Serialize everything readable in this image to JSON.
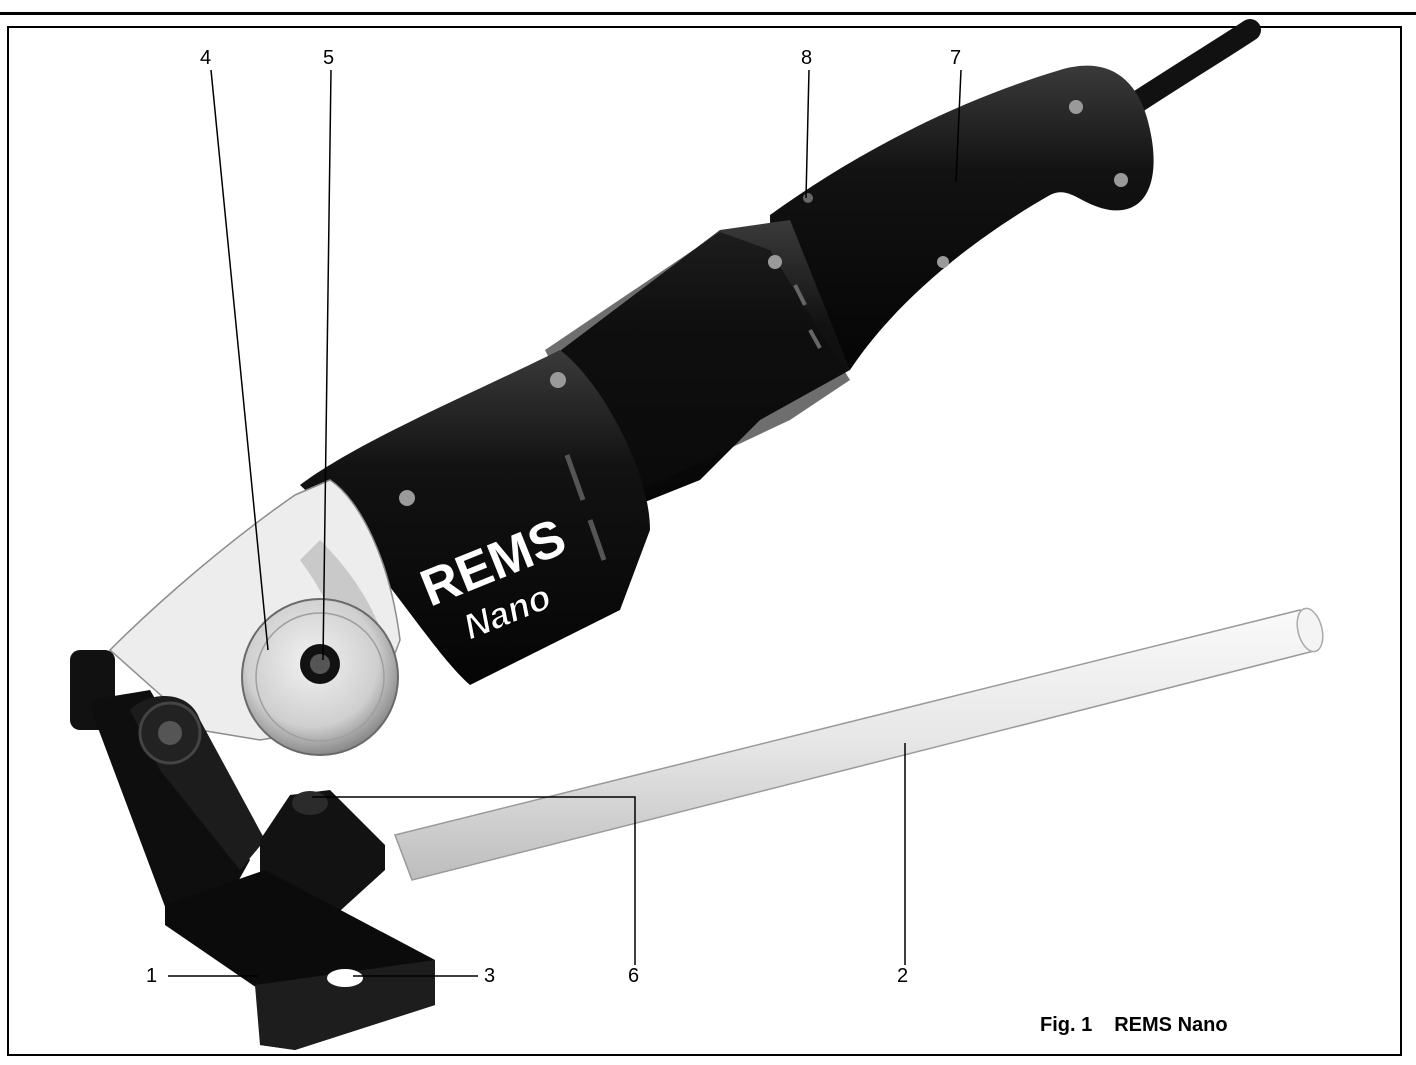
{
  "figure": {
    "callouts": [
      "4",
      "5",
      "8",
      "7",
      "1",
      "3",
      "6",
      "2"
    ],
    "caption_number": "Fig. 1",
    "caption_title": "REMS Nano"
  },
  "product_label": {
    "brand": "REMS",
    "model": "Nano"
  },
  "colors": {
    "tool_body": "#141414",
    "tube": "#ececec",
    "blade": "#d9d9d9",
    "frame": "#000000"
  }
}
